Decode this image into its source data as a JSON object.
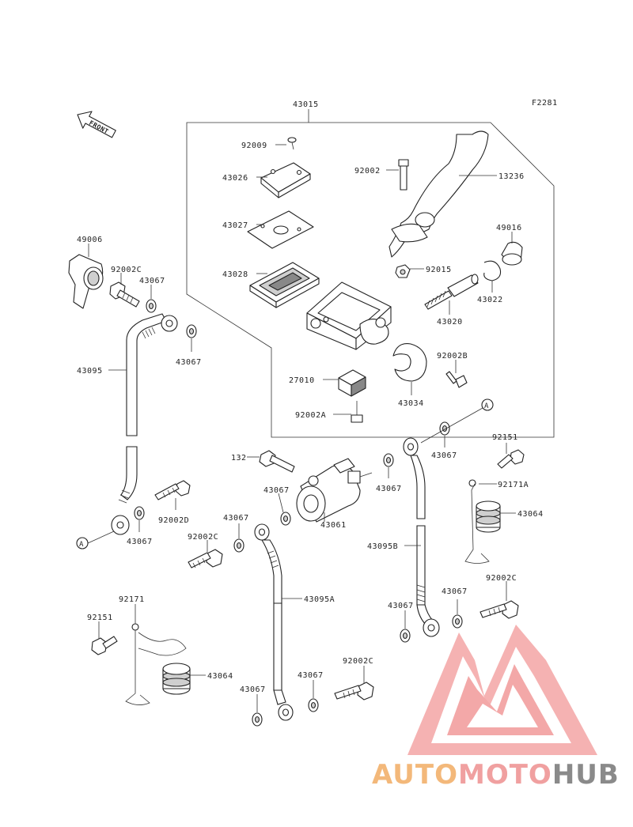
{
  "diagram": {
    "figure_code": "F2281",
    "front_label": "FRONT",
    "ref_marker": "A",
    "part_labels": {
      "p43015": "43015",
      "p92009": "92009",
      "p43026": "43026",
      "p43027": "43027",
      "p43028": "43028",
      "p92002_lever": "92002",
      "p13236": "13236",
      "p49016": "49016",
      "p92015": "92015",
      "p43022": "43022",
      "p43020": "43020",
      "p92002B": "92002B",
      "p27010": "27010",
      "p43034": "43034",
      "p92002A": "92002A",
      "p49006": "49006",
      "p92002C_a": "92002C",
      "p43067_a": "43067",
      "p43067_b": "43067",
      "p43095": "43095",
      "p43067_c": "43067",
      "p92002D": "92002D",
      "p132": "132",
      "p43067_d": "43067",
      "p43067_e": "43067",
      "p43061": "43061",
      "p43067_f": "43067",
      "p92151_a": "92151",
      "p92171A": "92171A",
      "p43064_a": "43064",
      "p43095B": "43095B",
      "p43067_g": "43067",
      "p43067_h": "43067",
      "p92002C_b": "92002C",
      "p92002C_c": "92002C",
      "p43095A": "43095A",
      "p92171": "92171",
      "p92151_b": "92151",
      "p43064_b": "43064",
      "p43067_i": "43067",
      "p43067_j": "43067",
      "p92002C_d": "92002C"
    }
  },
  "watermark": {
    "part1": "AUTO",
    "part2": "MOTO",
    "part3": "HUB",
    "color_auto": "#f3b87a",
    "color_moto": "#f0a0a0",
    "color_hub": "#8a8a8a",
    "logo_color": "#f08b8b"
  }
}
